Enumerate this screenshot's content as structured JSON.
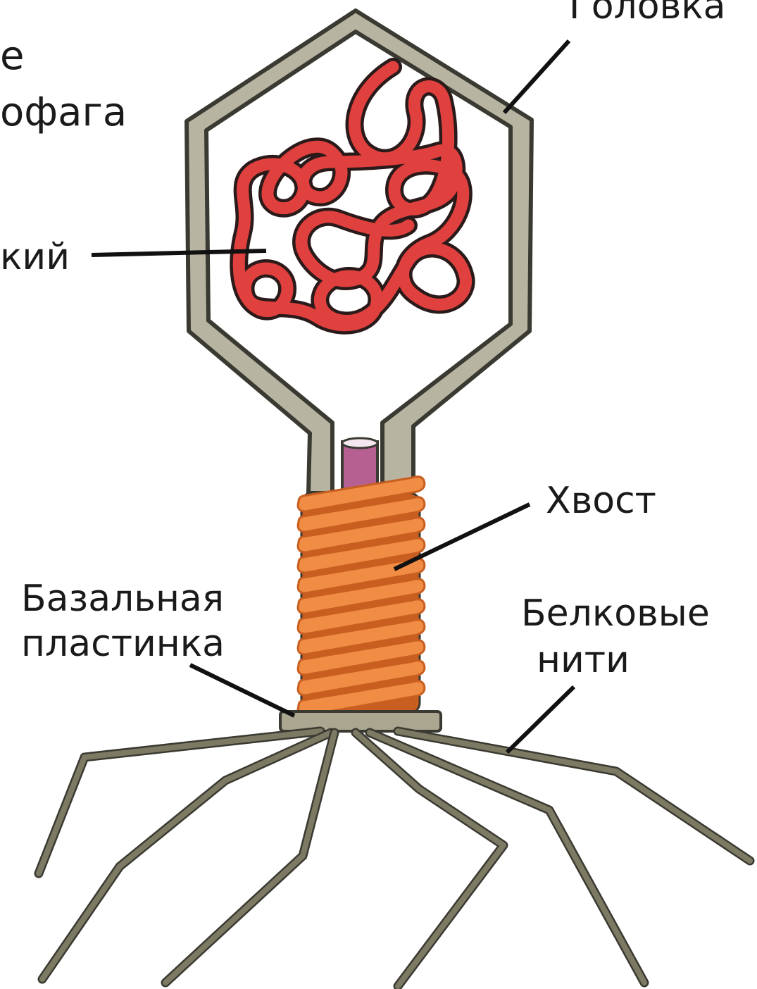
{
  "title": {
    "line1": "е",
    "line2": "офага"
  },
  "labels": {
    "head": "Головка",
    "dna": "кий",
    "tail": "Хвост",
    "baseplate_line1": "Базальная",
    "baseplate_line2": "пластинка",
    "fibers_line1": "Белковые",
    "fibers_line2": "нити"
  },
  "colors": {
    "capsid": "#b7b5a2",
    "capsid_outline": "#3a3a32",
    "dna": "#e0403e",
    "dna_outline": "#2b1a1a",
    "core": "#b56090",
    "tail": "#f08c44",
    "tail_dark": "#c85e20",
    "baseplate": "#aaa690",
    "fiber": "#7d7a64",
    "leader": "#111111"
  }
}
